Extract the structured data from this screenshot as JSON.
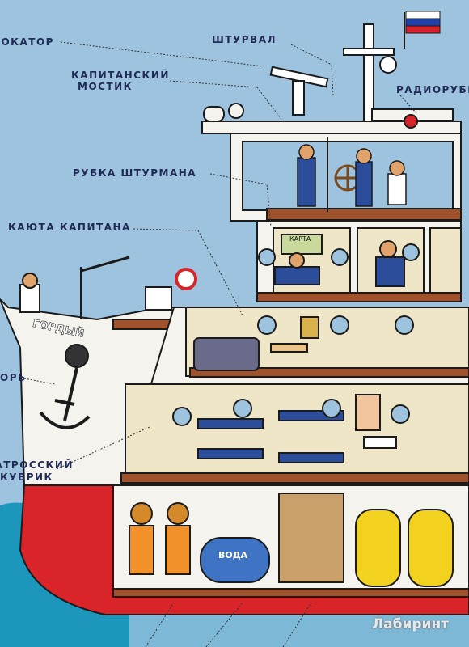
{
  "colors": {
    "sky": "#9ec3df",
    "sea": "#1d97bb",
    "hull_white": "#f4f3ee",
    "hull_red": "#d9252a",
    "deck_wood": "#a0522d",
    "outline": "#1b1b1b",
    "tank_yellow": "#f2d21f",
    "water_tank_blue": "#3f74c4",
    "label_blue": "#1f2a55",
    "label_red_accent": "#d0281e"
  },
  "labels": {
    "radar": "ЛОКАТОР",
    "wheel": "ШТУРВАЛ",
    "bridge_line1": "КАПИТАНСКИЙ",
    "bridge_line2": "МОСТИК",
    "radio_room": "РАДИОРУБКА",
    "navigator_room": "РУБКА ШТУРМАНА",
    "captain_cabin": "КАЮТА КАПИТАНА",
    "anchor": "ЯКОРЬ",
    "crew_line1": "МАТРОССКИЙ",
    "crew_line2": "КУБРИК"
  },
  "ship_name": "ГОРДЫЙ",
  "chart_sign": "КАРТА",
  "water_tank_sign": "ВОДА",
  "watermark": "Лабиринт",
  "flag": {
    "stripes": [
      "#ffffff",
      "#1c3fa8",
      "#d4212b"
    ]
  },
  "icons": [
    "flag-icon",
    "anchor-icon",
    "radar-icon",
    "steering-wheel-icon",
    "porthole-icon"
  ]
}
